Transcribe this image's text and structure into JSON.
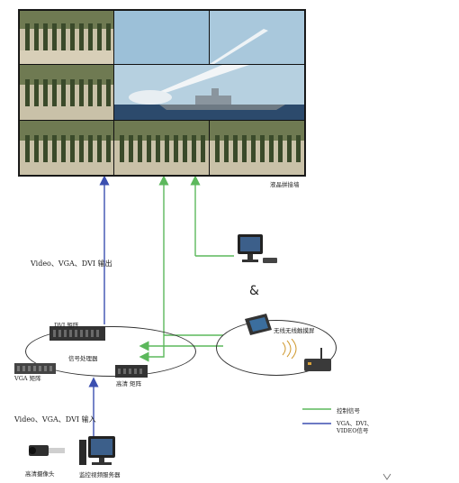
{
  "labels": {
    "video_wall": "液晶拼接墙",
    "output": "Video、VGA、DVI 输出",
    "amp": "&",
    "dvi_matrix": "DVI 矩阵",
    "signal_processor": "信号处理器",
    "vga_matrix": "VGA 矩阵",
    "hd_matrix": "高清 矩阵",
    "wireless_touch": "无线无线触摸屏",
    "input": "Video、VGA、DVI 输入",
    "hd_camera": "高清摄像头",
    "monitor_server": "监控视频服务器"
  },
  "legend": [
    {
      "label": "控制信号",
      "color": "#5cb85c"
    },
    {
      "label": "VGA、DVI、VIDEO信号",
      "color": "#3b4fb0"
    }
  ],
  "colors": {
    "control": "#5cb85c",
    "video": "#3b4fb0"
  },
  "icons": {
    "desktop_pc": "desktop-computer-icon",
    "touch_panel": "touch-panel-icon",
    "wireless_transceiver": "wireless-transceiver-icon",
    "camera": "camera-icon"
  }
}
